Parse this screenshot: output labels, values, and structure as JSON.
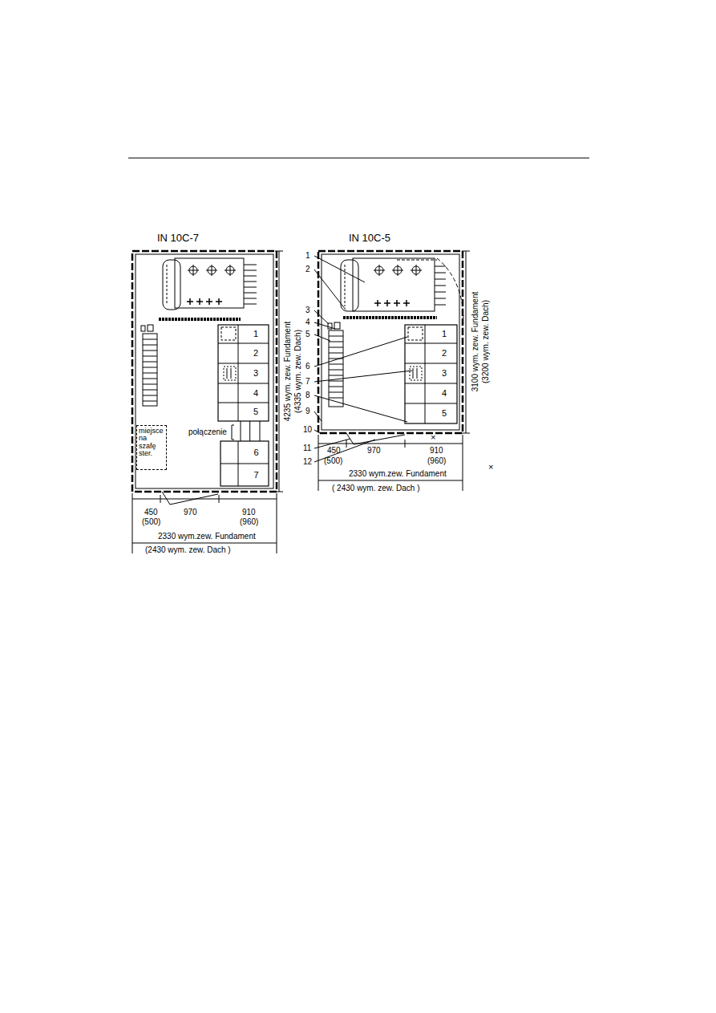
{
  "diagram": {
    "nodes": [
      {
        "text": [
          "1"
        ]
      },
      {
        "text": [
          "2"
        ]
      },
      {
        "text": [
          "3"
        ]
      },
      {
        "text": [
          "4"
        ]
      },
      {
        "text": [
          "5"
        ]
      },
      {
        "text": [
          "miejsce na szafę ster."
        ]
      },
      {
        "text": [
          "6"
        ]
      },
      {
        "text": [
          "7"
        ]
      },
      {
        "text": [
          "1"
        ]
      },
      {
        "text": [
          "2"
        ]
      },
      {
        "text": [
          "3"
        ]
      },
      {
        "text": [
          "4"
        ]
      },
      {
        "text": [
          "5"
        ]
      }
    ],
    "edges": [
      {
        "from": 4,
        "to": 6,
        "label": "połączenie",
        "arrow": "none"
      }
    ],
    "labels": [
      "IN 10C-7",
      "450",
      "(500)",
      "970",
      "910",
      "(960)",
      "2330 wym.zew. Fundament",
      "(2430 wym. zew. Dach )",
      "4235 wym. zew. Fundament",
      "(4335 wym. zew. Dach)",
      "IN 10C-5",
      "1",
      "2",
      "3",
      "4",
      "5",
      "6",
      "7",
      "8",
      "9",
      "10",
      "11",
      "12",
      "450",
      "(500)",
      "970",
      "910",
      "(960)",
      "2330 wym.zew. Fundament",
      "( 2430 wym. zew. Dach )",
      "3100 wym. zew. Fundament",
      "(3200 wym. zew. Dach)",
      "×",
      "×"
    ]
  }
}
